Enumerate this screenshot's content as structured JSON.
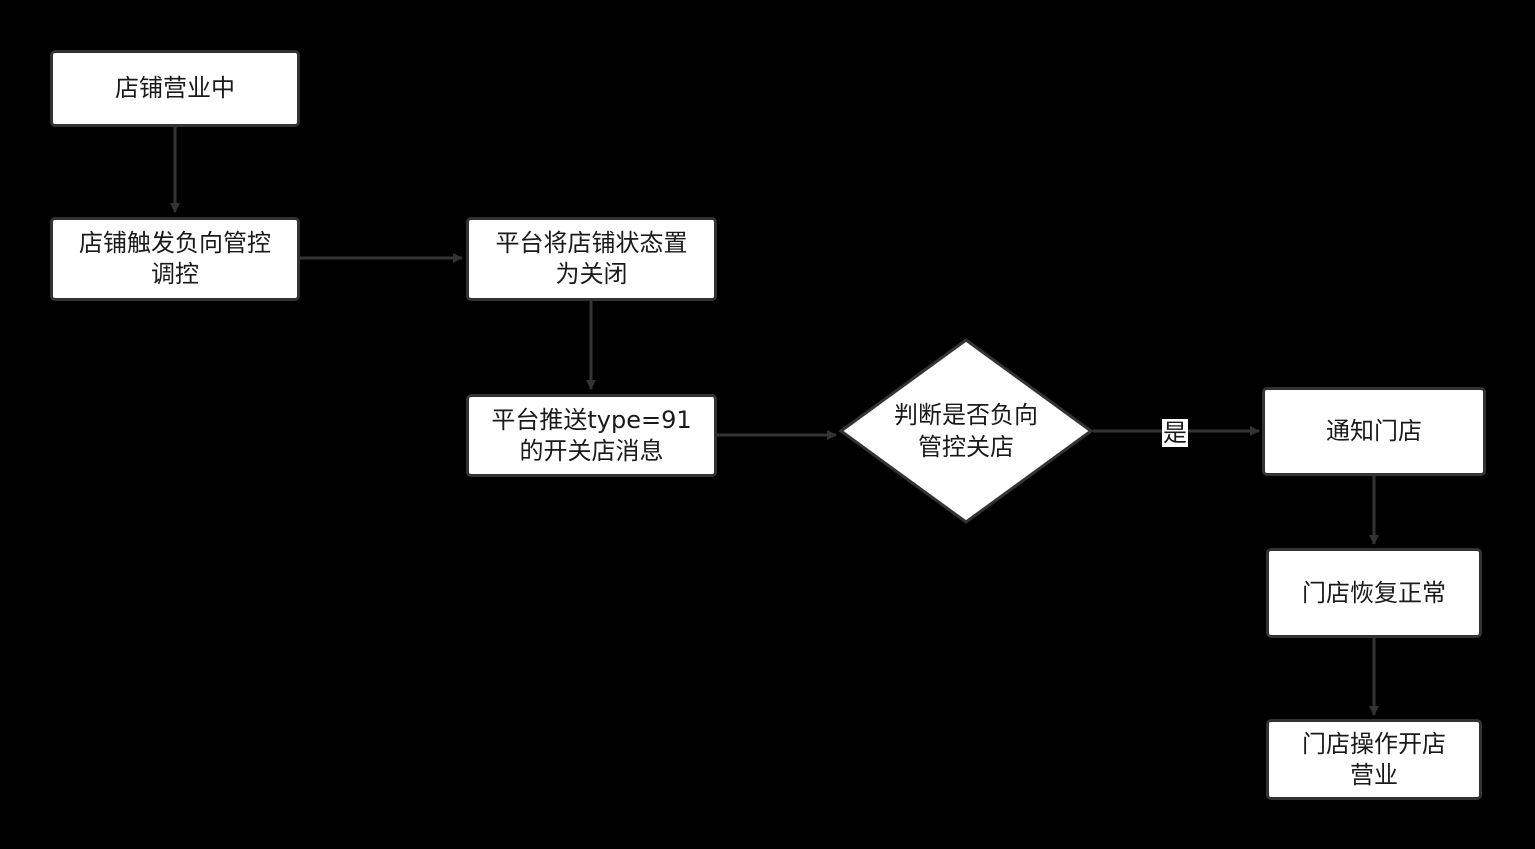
{
  "nodes": {
    "store_open": "店铺营业中",
    "trigger_control": "店铺触发负向管控\n调控",
    "platform_close": "平台将店铺状态置\n为关闭",
    "push_message": "平台推送type=91\n的开关店消息",
    "decision": "判断是否负向\n管控关店",
    "notify_store": "通知门店",
    "store_recover": "门店恢复正常",
    "store_reopen": "门店操作开店\n营业"
  },
  "edge_labels": {
    "yes": "是"
  },
  "colors": {
    "background": "#000000",
    "node_fill": "#ffffff",
    "node_stroke": "#333333",
    "edge": "#333333",
    "text": "#1a1a1a"
  }
}
